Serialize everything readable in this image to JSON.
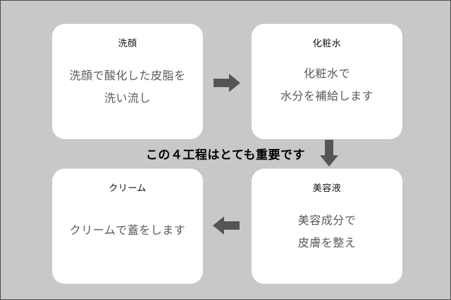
{
  "colors": {
    "background": "#c8c8c8",
    "card": "#ffffff",
    "arrow": "#555555",
    "title_text": "#111111",
    "body_text": "#5a5a5a"
  },
  "steps": [
    {
      "title": "洗顔",
      "lines": [
        "洗顔で酸化した皮脂を",
        "洗い流し"
      ]
    },
    {
      "title": "化粧水",
      "lines": [
        "化粧水で",
        "水分を補給します"
      ]
    },
    {
      "title": "美容液",
      "lines": [
        "美容成分で",
        "皮膚を整え"
      ]
    },
    {
      "title": "クリーム",
      "lines": [
        "クリームで蓋をします"
      ]
    }
  ],
  "caption": "この４工程はとても重要です",
  "arrows": [
    "right-arrow-icon",
    "down-arrow-icon",
    "left-arrow-icon"
  ]
}
